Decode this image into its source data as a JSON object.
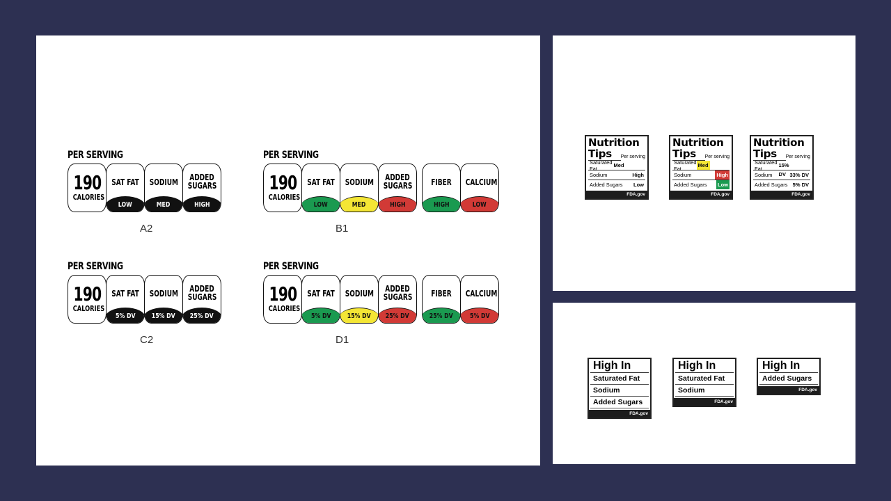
{
  "colors": {
    "background": "#2d3052",
    "low": "#1a9a50",
    "med": "#f4e635",
    "high": "#d23a36",
    "black": "#111111"
  },
  "front_labels": [
    {
      "code": "A2",
      "per_serving": "PER SERVING",
      "calories": "190",
      "calories_label": "CALORIES",
      "nutrients": [
        {
          "name": "SAT FAT",
          "value": "LOW",
          "color": "black"
        },
        {
          "name": "SODIUM",
          "value": "MED",
          "color": "black"
        },
        {
          "name": "ADDED SUGARS",
          "value": "HIGH",
          "color": "black"
        }
      ],
      "extras": []
    },
    {
      "code": "B1",
      "per_serving": "PER SERVING",
      "calories": "190",
      "calories_label": "CALORIES",
      "nutrients": [
        {
          "name": "SAT FAT",
          "value": "LOW",
          "color": "low"
        },
        {
          "name": "SODIUM",
          "value": "MED",
          "color": "med"
        },
        {
          "name": "ADDED SUGARS",
          "value": "HIGH",
          "color": "high"
        }
      ],
      "extras": [
        {
          "name": "FIBER",
          "value": "HIGH",
          "color": "low"
        },
        {
          "name": "CALCIUM",
          "value": "LOW",
          "color": "high"
        }
      ]
    },
    {
      "code": "C2",
      "per_serving": "PER SERVING",
      "calories": "190",
      "calories_label": "CALORIES",
      "nutrients": [
        {
          "name": "SAT FAT",
          "value": "5% DV",
          "color": "black"
        },
        {
          "name": "SODIUM",
          "value": "15% DV",
          "color": "black"
        },
        {
          "name": "ADDED SUGARS",
          "value": "25% DV",
          "color": "black"
        }
      ],
      "extras": []
    },
    {
      "code": "D1",
      "per_serving": "PER SERVING",
      "calories": "190",
      "calories_label": "CALORIES",
      "nutrients": [
        {
          "name": "SAT FAT",
          "value": "5% DV",
          "color": "low"
        },
        {
          "name": "SODIUM",
          "value": "15% DV",
          "color": "med"
        },
        {
          "name": "ADDED SUGARS",
          "value": "25% DV",
          "color": "high"
        }
      ],
      "extras": [
        {
          "name": "FIBER",
          "value": "25% DV",
          "color": "low"
        },
        {
          "name": "CALCIUM",
          "value": "5% DV",
          "color": "high"
        }
      ]
    }
  ],
  "nutrition_tips": [
    {
      "title1": "Nutrition",
      "title2": "Tips",
      "per": "Per serving",
      "rows": [
        {
          "name": "Saturated Fat",
          "value": "Med",
          "color": ""
        },
        {
          "name": "Sodium",
          "value": "High",
          "color": ""
        },
        {
          "name": "Added Sugars",
          "value": "Low",
          "color": ""
        }
      ],
      "footer": "FDA.gov"
    },
    {
      "title1": "Nutrition",
      "title2": "Tips",
      "per": "Per serving",
      "rows": [
        {
          "name": "Saturated Fat",
          "value": "Med",
          "color": "med"
        },
        {
          "name": "Sodium",
          "value": "High",
          "color": "high"
        },
        {
          "name": "Added Sugars",
          "value": "Low",
          "color": "low"
        }
      ],
      "footer": "FDA.gov"
    },
    {
      "title1": "Nutrition",
      "title2": "Tips",
      "per": "Per serving",
      "rows": [
        {
          "name": "Saturated Fat",
          "value": "15% DV",
          "color": ""
        },
        {
          "name": "Sodium",
          "value": "33% DV",
          "color": ""
        },
        {
          "name": "Added Sugars",
          "value": "5% DV",
          "color": ""
        }
      ],
      "footer": "FDA.gov"
    }
  ],
  "high_in": [
    {
      "title": "High In",
      "rows": [
        "Saturated Fat",
        "Sodium",
        "Added Sugars"
      ],
      "footer": "FDA.gov"
    },
    {
      "title": "High In",
      "rows": [
        "Saturated Fat",
        "Sodium"
      ],
      "footer": "FDA.gov"
    },
    {
      "title": "High In",
      "rows": [
        "Added Sugars"
      ],
      "footer": "FDA.gov"
    }
  ]
}
